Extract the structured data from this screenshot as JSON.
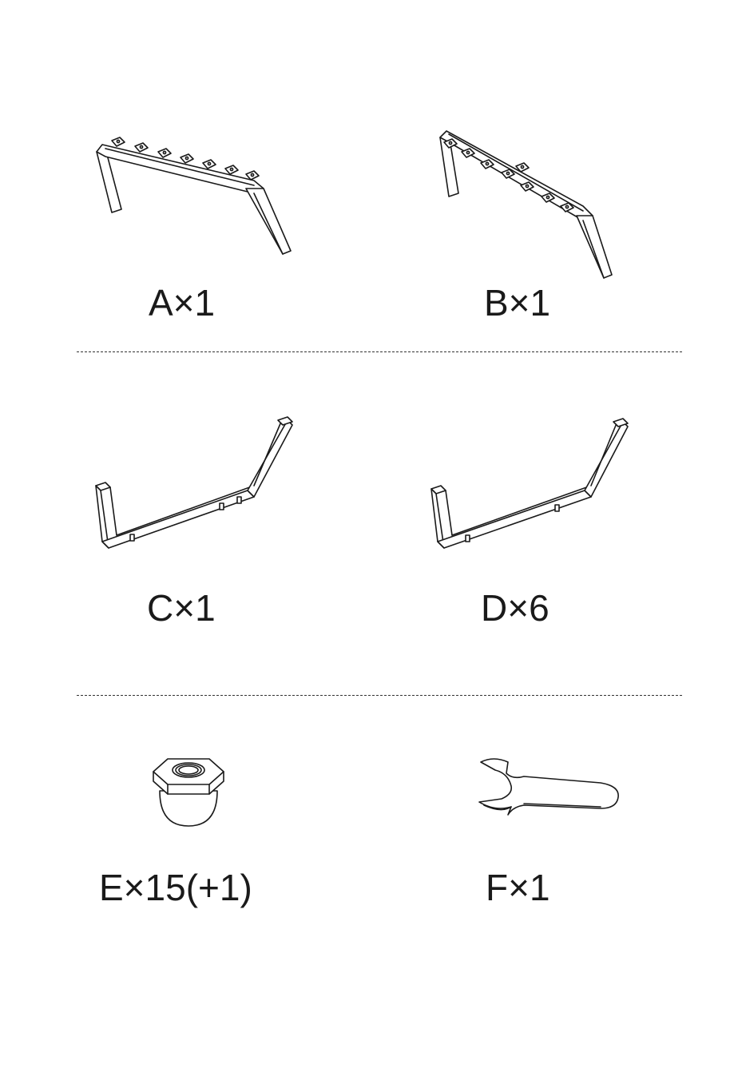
{
  "parts": [
    {
      "id": "A",
      "label": "A×1"
    },
    {
      "id": "B",
      "label": "B×1"
    },
    {
      "id": "C",
      "label": "C×1"
    },
    {
      "id": "D",
      "label": "D×6"
    },
    {
      "id": "E",
      "label": "E×15(+1)"
    },
    {
      "id": "F",
      "label": "F×1"
    }
  ]
}
